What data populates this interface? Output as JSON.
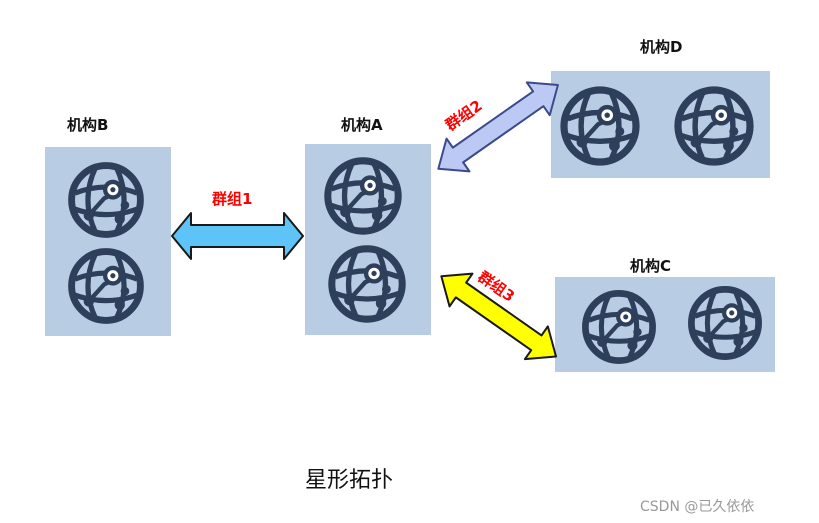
{
  "orgs": {
    "a": {
      "label": "机构A"
    },
    "b": {
      "label": "机构B"
    },
    "c": {
      "label": "机构C"
    },
    "d": {
      "label": "机构D"
    }
  },
  "groups": {
    "g1": {
      "label": "群组1",
      "color": "#5ec4f7"
    },
    "g2": {
      "label": "群组2",
      "color": "#bcc9f4"
    },
    "g3": {
      "label": "群组3",
      "color": "#ffff00"
    }
  },
  "colors": {
    "box": "#b8cce4",
    "globe": "#2d3f5a",
    "group_label": "#ff0000"
  },
  "icon": "globe-network-icon",
  "caption": "星形拓扑",
  "watermark": "CSDN @已久依依"
}
